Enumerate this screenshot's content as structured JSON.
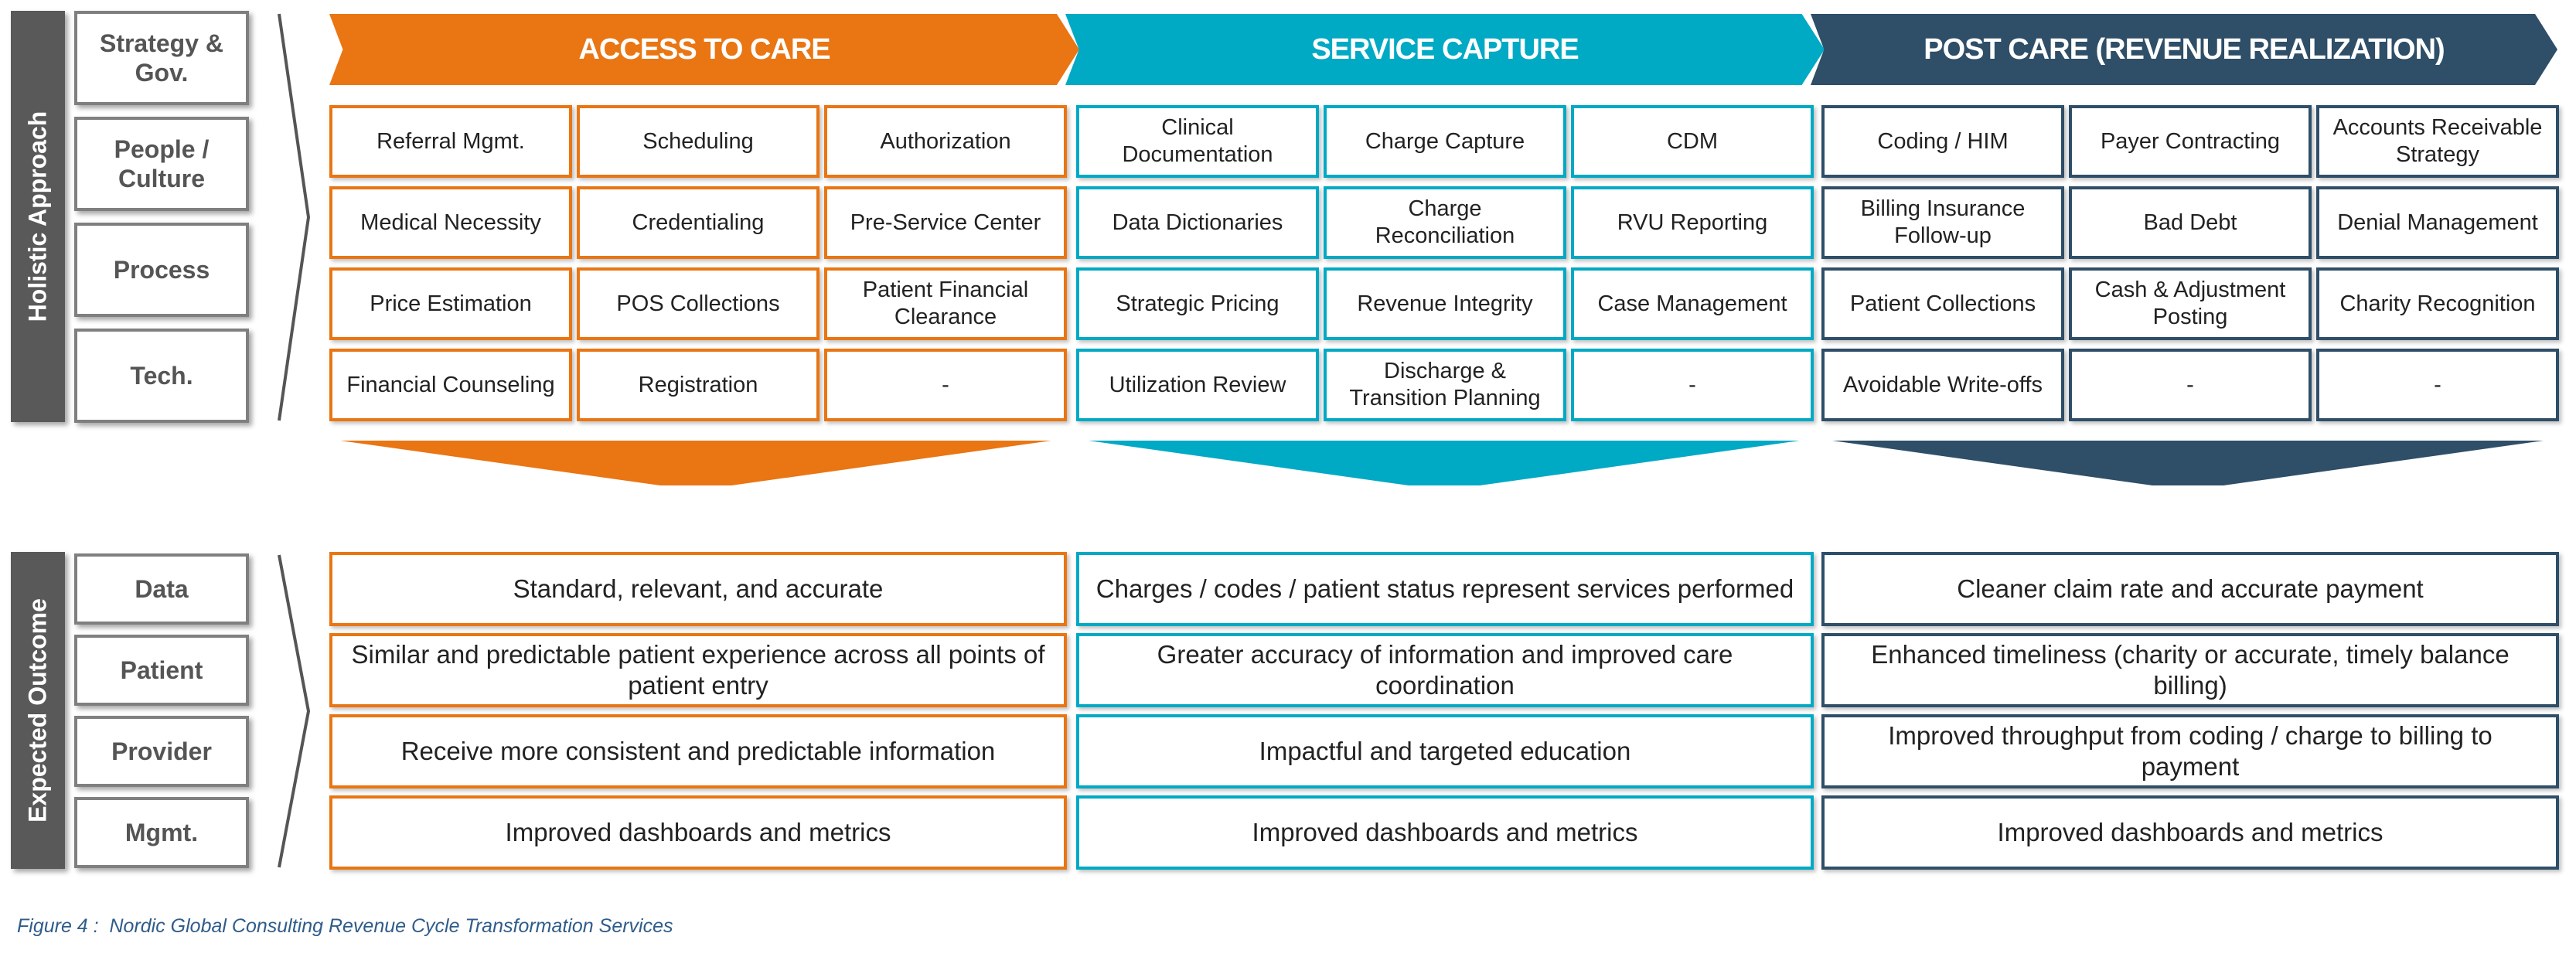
{
  "holistic": {
    "label": "Holistic Approach",
    "rows": [
      "Strategy & Gov.",
      "People / Culture",
      "Process",
      "Tech."
    ]
  },
  "phases": [
    {
      "title": "ACCESS TO CARE",
      "color": "#ea7513",
      "cells": [
        [
          "Referral Mgmt.",
          "Scheduling",
          "Authorization"
        ],
        [
          "Medical Necessity",
          "Credentialing",
          "Pre-Service Center"
        ],
        [
          "Price Estimation",
          "POS Collections",
          "Patient Financial Clearance"
        ],
        [
          "Financial Counseling",
          "Registration",
          "-"
        ]
      ],
      "outcomes": [
        "Standard, relevant, and accurate",
        "Similar and predictable patient experience across all points of patient entry",
        "Receive more consistent and predictable information",
        "Improved dashboards and metrics"
      ]
    },
    {
      "title": "SERVICE CAPTURE",
      "color": "#00a9c4",
      "cells": [
        [
          "Clinical Documentation",
          "Charge Capture",
          "CDM"
        ],
        [
          "Data Dictionaries",
          "Charge Reconciliation",
          "RVU Reporting"
        ],
        [
          "Strategic Pricing",
          "Revenue Integrity",
          "Case Management"
        ],
        [
          "Utilization Review",
          "Discharge & Transition Planning",
          "-"
        ]
      ],
      "outcomes": [
        "Charges / codes / patient status represent services performed",
        "Greater accuracy of information and improved care coordination",
        "Impactful and targeted education",
        "Improved dashboards and metrics"
      ]
    },
    {
      "title": "POST CARE (REVENUE REALIZATION)",
      "color": "#2f4e68",
      "cells": [
        [
          "Coding / HIM",
          "Payer Contracting",
          "Accounts Receivable Strategy"
        ],
        [
          "Billing Insurance Follow-up",
          "Bad Debt",
          "Denial Management"
        ],
        [
          "Patient Collections",
          "Cash & Adjustment Posting",
          "Charity Recognition"
        ],
        [
          "Avoidable Write-offs",
          "-",
          "-"
        ]
      ],
      "outcomes": [
        "Cleaner claim rate and accurate payment",
        "Enhanced timeliness (charity or accurate, timely balance billing)",
        "Improved throughput from coding / charge to billing to payment",
        "Improved dashboards and metrics"
      ]
    }
  ],
  "expected": {
    "label": "Expected Outcome",
    "rows": [
      "Data",
      "Patient",
      "Provider",
      "Mgmt."
    ]
  },
  "caption": "Figure 4 :  Nordic Global Consulting Revenue Cycle Transformation Services"
}
